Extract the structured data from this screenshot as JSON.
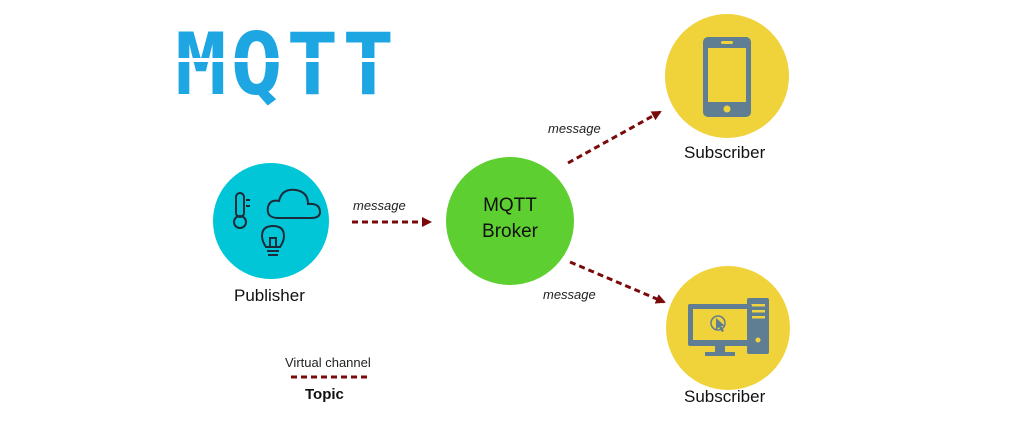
{
  "title": "MQTT",
  "broker": {
    "label_line1": "MQTT",
    "label_line2": "Broker"
  },
  "publisher": {
    "label": "Publisher",
    "icons": [
      "thermometer-icon",
      "cloud-icon",
      "lightbulb-icon"
    ]
  },
  "subscribers": [
    {
      "label": "Subscriber",
      "icon": "smartphone-icon"
    },
    {
      "label": "Subscriber",
      "icon": "desktop-computer-icon"
    }
  ],
  "messages": [
    "message",
    "message",
    "message"
  ],
  "legend": {
    "channel_label": "Virtual channel",
    "topic_label": "Topic"
  },
  "colors": {
    "title": "#1ea6e3",
    "publisher": "#00c6d8",
    "broker": "#5dcf31",
    "subscriber": "#f0d23a",
    "arrow": "#7a0a0a",
    "device": "#5f7d93"
  }
}
